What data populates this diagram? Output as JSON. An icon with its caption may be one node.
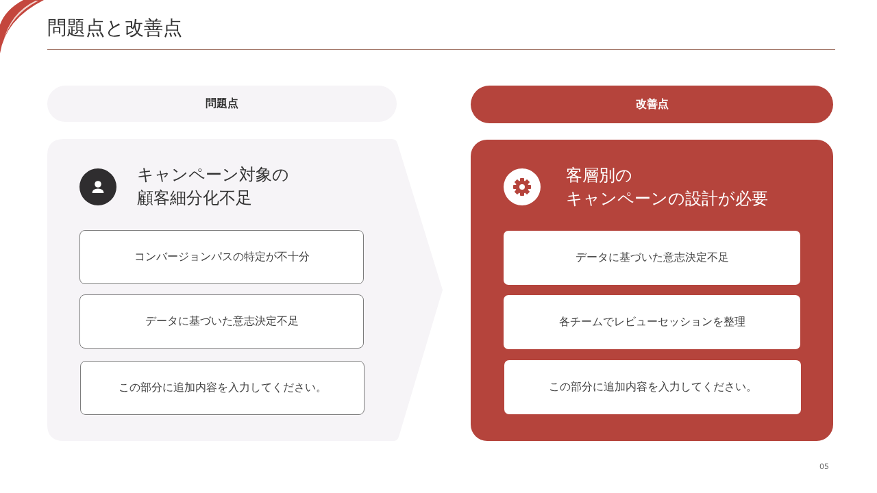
{
  "diagram": {
    "title": "問題点と改善点",
    "nodes": [
      {
        "text": [
          "問題点"
        ]
      },
      {
        "text": [
          "キャンペーン対象の顧客細分化不足"
        ]
      },
      {
        "text": [
          "コンバージョンパスの特定が不十分"
        ],
        "in": 1
      },
      {
        "text": [
          "データに基づいた意志決定不足"
        ],
        "in": 1
      },
      {
        "text": [
          "この部分に追加内容を入力してください。"
        ],
        "in": 1
      },
      {
        "text": [
          "改善点"
        ]
      },
      {
        "text": [
          "客層別のキャンペーンの設計が必要"
        ]
      },
      {
        "text": [
          "データに基づいた意志決定不足"
        ],
        "in": 6
      },
      {
        "text": [
          "各チームでレビューセッションを整理"
        ],
        "in": 6
      },
      {
        "text": [
          "この部分に追加内容を入力してください。"
        ],
        "in": 6
      }
    ],
    "labels": [
      "05"
    ]
  }
}
